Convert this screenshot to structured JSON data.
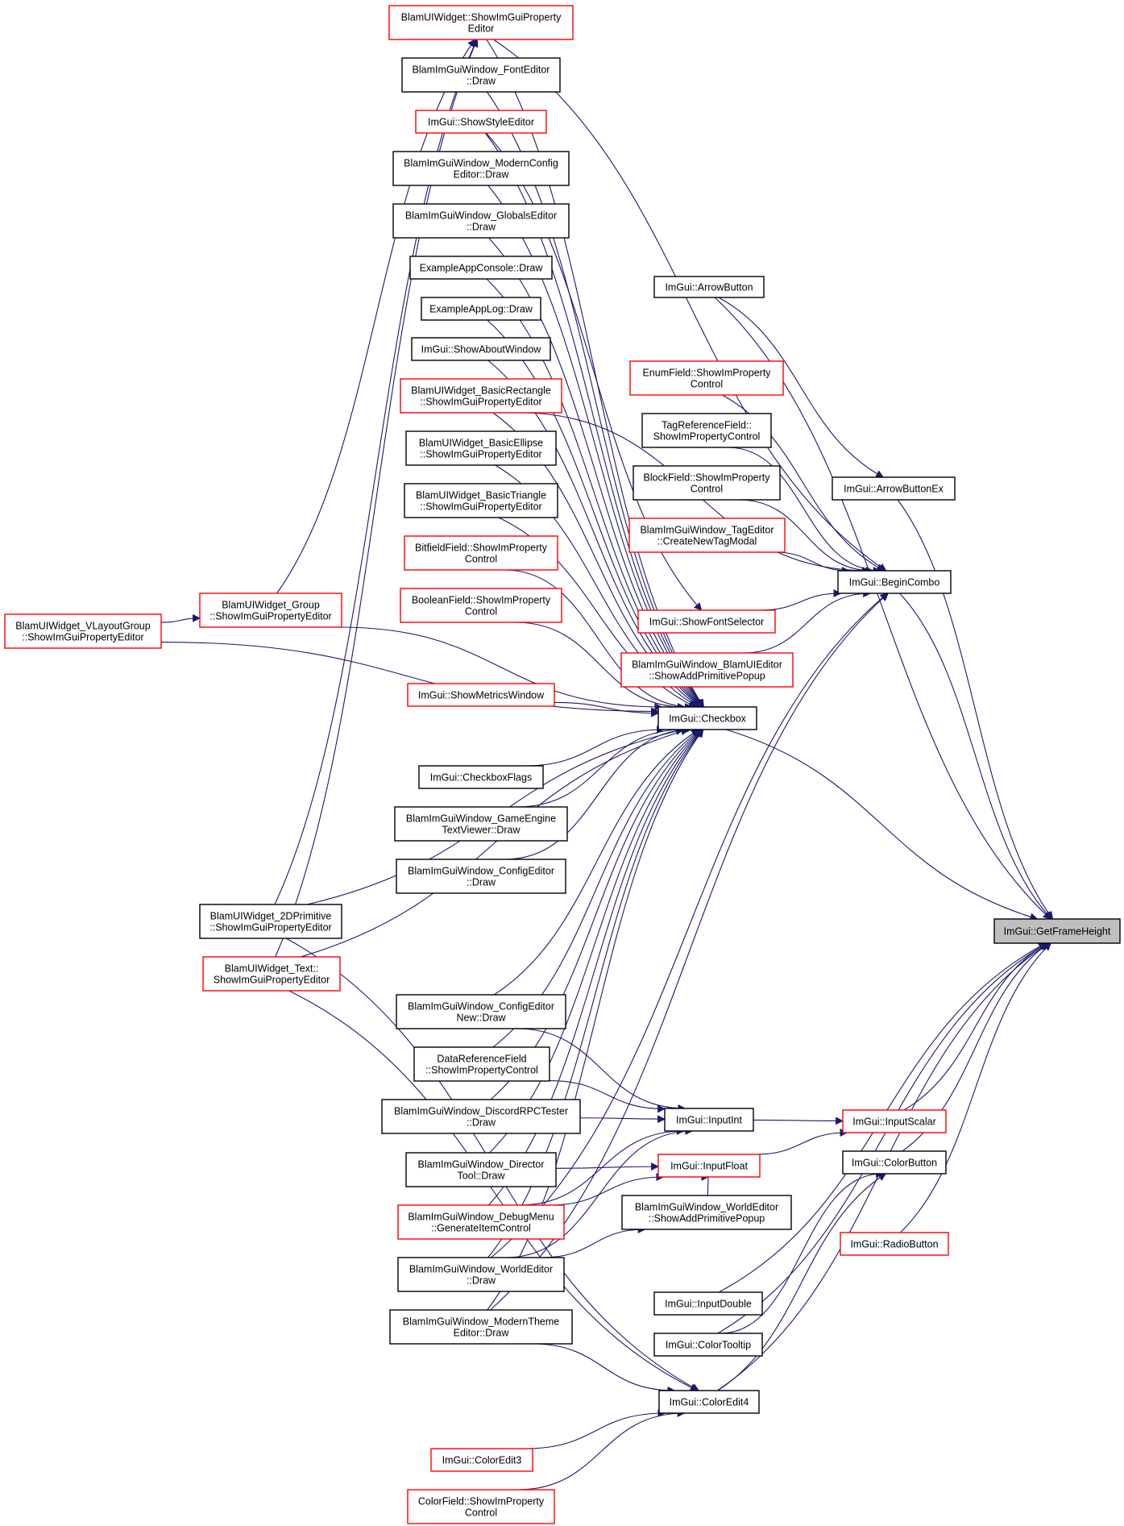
{
  "graph": {
    "title": "",
    "edge_color": "#191970",
    "colors": {
      "black": "#000000",
      "red": "#ff0000",
      "focus": "#bfbfbf"
    },
    "nodes": [
      {
        "id": "n_gfh",
        "lines": [
          "ImGui::GetFrameHeight"
        ],
        "border": "focus"
      },
      {
        "id": "n_arrowbtn",
        "lines": [
          "ImGui::ArrowButton"
        ],
        "border": "black"
      },
      {
        "id": "n_arrowbtnex",
        "lines": [
          "ImGui::ArrowButtonEx"
        ],
        "border": "black"
      },
      {
        "id": "n_begincombo",
        "lines": [
          "ImGui::BeginCombo"
        ],
        "border": "black"
      },
      {
        "id": "n_checkbox",
        "lines": [
          "ImGui::Checkbox"
        ],
        "border": "black"
      },
      {
        "id": "n_inputscalar",
        "lines": [
          "ImGui::InputScalar"
        ],
        "border": "red"
      },
      {
        "id": "n_colorbutton",
        "lines": [
          "ImGui::ColorButton"
        ],
        "border": "black"
      },
      {
        "id": "n_radiobutton",
        "lines": [
          "ImGui::RadioButton"
        ],
        "border": "red"
      },
      {
        "id": "n_inputint",
        "lines": [
          "ImGui::InputInt"
        ],
        "border": "black"
      },
      {
        "id": "n_inputfloat",
        "lines": [
          "ImGui::InputFloat"
        ],
        "border": "red"
      },
      {
        "id": "n_inputdouble",
        "lines": [
          "ImGui::InputDouble"
        ],
        "border": "black"
      },
      {
        "id": "n_colortooltip",
        "lines": [
          "ImGui::ColorTooltip"
        ],
        "border": "black"
      },
      {
        "id": "n_coloredit4",
        "lines": [
          "ImGui::ColorEdit4"
        ],
        "border": "black"
      },
      {
        "id": "n_coloredit3",
        "lines": [
          "ImGui::ColorEdit3"
        ],
        "border": "red"
      },
      {
        "id": "n_colorfield",
        "lines": [
          "ColorField::ShowImProperty",
          "Control"
        ],
        "border": "red"
      },
      {
        "id": "n_enumfield",
        "lines": [
          "EnumField::ShowImProperty",
          "Control"
        ],
        "border": "red"
      },
      {
        "id": "n_tagreffield",
        "lines": [
          "TagReferenceField::",
          "ShowImPropertyControl"
        ],
        "border": "black"
      },
      {
        "id": "n_blockfield",
        "lines": [
          "BlockField::ShowImProperty",
          "Control"
        ],
        "border": "black"
      },
      {
        "id": "n_tageditor",
        "lines": [
          "BlamImGuiWindow_TagEditor",
          "::CreateNewTagModal"
        ],
        "border": "red"
      },
      {
        "id": "n_showfontsel",
        "lines": [
          "ImGui::ShowFontSelector"
        ],
        "border": "red"
      },
      {
        "id": "n_uieditorpopup",
        "lines": [
          "BlamImGuiWindow_BlamUIEditor",
          "::ShowAddPrimitivePopup"
        ],
        "border": "red"
      },
      {
        "id": "n_uiw_propeditor",
        "lines": [
          "BlamUIWidget::ShowImGuiProperty",
          "Editor"
        ],
        "border": "red"
      },
      {
        "id": "n_fonteditor",
        "lines": [
          "BlamImGuiWindow_FontEditor",
          "::Draw"
        ],
        "border": "black"
      },
      {
        "id": "n_showstyle",
        "lines": [
          "ImGui::ShowStyleEditor"
        ],
        "border": "red"
      },
      {
        "id": "n_modernconfig",
        "lines": [
          "BlamImGuiWindow_ModernConfig",
          "Editor::Draw"
        ],
        "border": "black"
      },
      {
        "id": "n_globalseditor",
        "lines": [
          "BlamImGuiWindow_GlobalsEditor",
          "::Draw"
        ],
        "border": "black"
      },
      {
        "id": "n_appconsole",
        "lines": [
          "ExampleAppConsole::Draw"
        ],
        "border": "black"
      },
      {
        "id": "n_applog",
        "lines": [
          "ExampleAppLog::Draw"
        ],
        "border": "black"
      },
      {
        "id": "n_aboutwin",
        "lines": [
          "ImGui::ShowAboutWindow"
        ],
        "border": "black"
      },
      {
        "id": "n_basicrect",
        "lines": [
          "BlamUIWidget_BasicRectangle",
          "::ShowImGuiPropertyEditor"
        ],
        "border": "red"
      },
      {
        "id": "n_basicellipse",
        "lines": [
          "BlamUIWidget_BasicEllipse",
          "::ShowImGuiPropertyEditor"
        ],
        "border": "black"
      },
      {
        "id": "n_basictri",
        "lines": [
          "BlamUIWidget_BasicTriangle",
          "::ShowImGuiPropertyEditor"
        ],
        "border": "black"
      },
      {
        "id": "n_bitfield",
        "lines": [
          "BitfieldField::ShowImProperty",
          "Control"
        ],
        "border": "red"
      },
      {
        "id": "n_boolfield",
        "lines": [
          "BooleanField::ShowImProperty",
          "Control"
        ],
        "border": "red"
      },
      {
        "id": "n_metricswin",
        "lines": [
          "ImGui::ShowMetricsWindow"
        ],
        "border": "red"
      },
      {
        "id": "n_checkboxflags",
        "lines": [
          "ImGui::CheckboxFlags"
        ],
        "border": "black"
      },
      {
        "id": "n_gameengine",
        "lines": [
          "BlamImGuiWindow_GameEngine",
          "TextViewer::Draw"
        ],
        "border": "black"
      },
      {
        "id": "n_configeditor",
        "lines": [
          "BlamImGuiWindow_ConfigEditor",
          "::Draw"
        ],
        "border": "black"
      },
      {
        "id": "n_confignew",
        "lines": [
          "BlamImGuiWindow_ConfigEditor",
          "New::Draw"
        ],
        "border": "black"
      },
      {
        "id": "n_datareffield",
        "lines": [
          "DataReferenceField",
          "::ShowImPropertyControl"
        ],
        "border": "black"
      },
      {
        "id": "n_discordrpc",
        "lines": [
          "BlamImGuiWindow_DiscordRPCTester",
          "::Draw"
        ],
        "border": "black"
      },
      {
        "id": "n_directortool",
        "lines": [
          "BlamImGuiWindow_Director",
          "Tool::Draw"
        ],
        "border": "black"
      },
      {
        "id": "n_debugmenu",
        "lines": [
          "BlamImGuiWindow_DebugMenu",
          "::GenerateItemControl"
        ],
        "border": "red"
      },
      {
        "id": "n_weaddprim",
        "lines": [
          "BlamImGuiWindow_WorldEditor",
          "::ShowAddPrimitivePopup"
        ],
        "border": "black"
      },
      {
        "id": "n_worldeditor",
        "lines": [
          "BlamImGuiWindow_WorldEditor",
          "::Draw"
        ],
        "border": "black"
      },
      {
        "id": "n_moderntheme",
        "lines": [
          "BlamImGuiWindow_ModernTheme",
          "Editor::Draw"
        ],
        "border": "black"
      },
      {
        "id": "n_vlayout",
        "lines": [
          "BlamUIWidget_VLayoutGroup",
          "::ShowImGuiPropertyEditor"
        ],
        "border": "red"
      },
      {
        "id": "n_group",
        "lines": [
          "BlamUIWidget_Group",
          "::ShowImGuiPropertyEditor"
        ],
        "border": "red"
      },
      {
        "id": "n_2dprim",
        "lines": [
          "BlamUIWidget_2DPrimitive",
          "::ShowImGuiPropertyEditor"
        ],
        "border": "black"
      },
      {
        "id": "n_text",
        "lines": [
          "BlamUIWidget_Text::",
          "ShowImGuiPropertyEditor"
        ],
        "border": "red"
      }
    ],
    "edges": [
      [
        "n_arrowbtn",
        "n_gfh"
      ],
      [
        "n_arrowbtnex",
        "n_gfh"
      ],
      [
        "n_begincombo",
        "n_gfh"
      ],
      [
        "n_checkbox",
        "n_gfh"
      ],
      [
        "n_inputscalar",
        "n_gfh"
      ],
      [
        "n_colorbutton",
        "n_gfh"
      ],
      [
        "n_radiobutton",
        "n_gfh"
      ],
      [
        "n_inputdouble",
        "n_gfh"
      ],
      [
        "n_colortooltip",
        "n_gfh"
      ],
      [
        "n_coloredit4",
        "n_gfh"
      ],
      [
        "n_arrowbtn",
        "n_arrowbtnex"
      ],
      [
        "n_enumfield",
        "n_begincombo"
      ],
      [
        "n_tagreffield",
        "n_begincombo"
      ],
      [
        "n_blockfield",
        "n_begincombo"
      ],
      [
        "n_tageditor",
        "n_begincombo"
      ],
      [
        "n_showfontsel",
        "n_begincombo"
      ],
      [
        "n_uieditorpopup",
        "n_begincombo"
      ],
      [
        "n_uiw_propeditor",
        "n_begincombo"
      ],
      [
        "n_basicrect",
        "n_begincombo"
      ],
      [
        "n_showstyle",
        "n_showfontsel"
      ],
      [
        "n_worldeditor",
        "n_begincombo"
      ],
      [
        "n_moderntheme",
        "n_begincombo"
      ],
      [
        "n_uiw_propeditor",
        "n_checkbox"
      ],
      [
        "n_fonteditor",
        "n_checkbox"
      ],
      [
        "n_showstyle",
        "n_checkbox"
      ],
      [
        "n_modernconfig",
        "n_checkbox"
      ],
      [
        "n_globalseditor",
        "n_checkbox"
      ],
      [
        "n_appconsole",
        "n_checkbox"
      ],
      [
        "n_applog",
        "n_checkbox"
      ],
      [
        "n_aboutwin",
        "n_checkbox"
      ],
      [
        "n_basicrect",
        "n_checkbox"
      ],
      [
        "n_basicellipse",
        "n_checkbox"
      ],
      [
        "n_basictri",
        "n_checkbox"
      ],
      [
        "n_bitfield",
        "n_checkbox"
      ],
      [
        "n_boolfield",
        "n_checkbox"
      ],
      [
        "n_metricswin",
        "n_checkbox"
      ],
      [
        "n_checkboxflags",
        "n_checkbox"
      ],
      [
        "n_gameengine",
        "n_checkbox"
      ],
      [
        "n_configeditor",
        "n_checkbox"
      ],
      [
        "n_confignew",
        "n_checkbox"
      ],
      [
        "n_datareffield",
        "n_checkbox"
      ],
      [
        "n_discordrpc",
        "n_checkbox"
      ],
      [
        "n_directortool",
        "n_checkbox"
      ],
      [
        "n_debugmenu",
        "n_checkbox"
      ],
      [
        "n_worldeditor",
        "n_checkbox"
      ],
      [
        "n_moderntheme",
        "n_checkbox"
      ],
      [
        "n_vlayout",
        "n_checkbox"
      ],
      [
        "n_group",
        "n_checkbox"
      ],
      [
        "n_2dprim",
        "n_checkbox"
      ],
      [
        "n_text",
        "n_checkbox"
      ],
      [
        "n_inputint",
        "n_inputscalar"
      ],
      [
        "n_inputfloat",
        "n_inputscalar"
      ],
      [
        "n_confignew",
        "n_inputint"
      ],
      [
        "n_datareffield",
        "n_inputint"
      ],
      [
        "n_discordrpc",
        "n_inputint"
      ],
      [
        "n_debugmenu",
        "n_inputint"
      ],
      [
        "n_worldeditor",
        "n_inputint"
      ],
      [
        "n_directortool",
        "n_inputfloat"
      ],
      [
        "n_debugmenu",
        "n_inputfloat"
      ],
      [
        "n_weaddprim",
        "n_inputfloat"
      ],
      [
        "n_worldeditor",
        "n_weaddprim"
      ],
      [
        "n_coloredit4",
        "n_colorbutton"
      ],
      [
        "n_colortooltip",
        "n_colorbutton"
      ],
      [
        "n_coloredit3",
        "n_coloredit4"
      ],
      [
        "n_colorfield",
        "n_coloredit4"
      ],
      [
        "n_2dprim",
        "n_coloredit4"
      ],
      [
        "n_text",
        "n_coloredit4"
      ],
      [
        "n_moderntheme",
        "n_coloredit4"
      ],
      [
        "n_vlayout",
        "n_group"
      ],
      [
        "n_group",
        "n_uiw_propeditor"
      ],
      [
        "n_2dprim",
        "n_uiw_propeditor"
      ],
      [
        "n_text",
        "n_uiw_propeditor"
      ]
    ]
  }
}
